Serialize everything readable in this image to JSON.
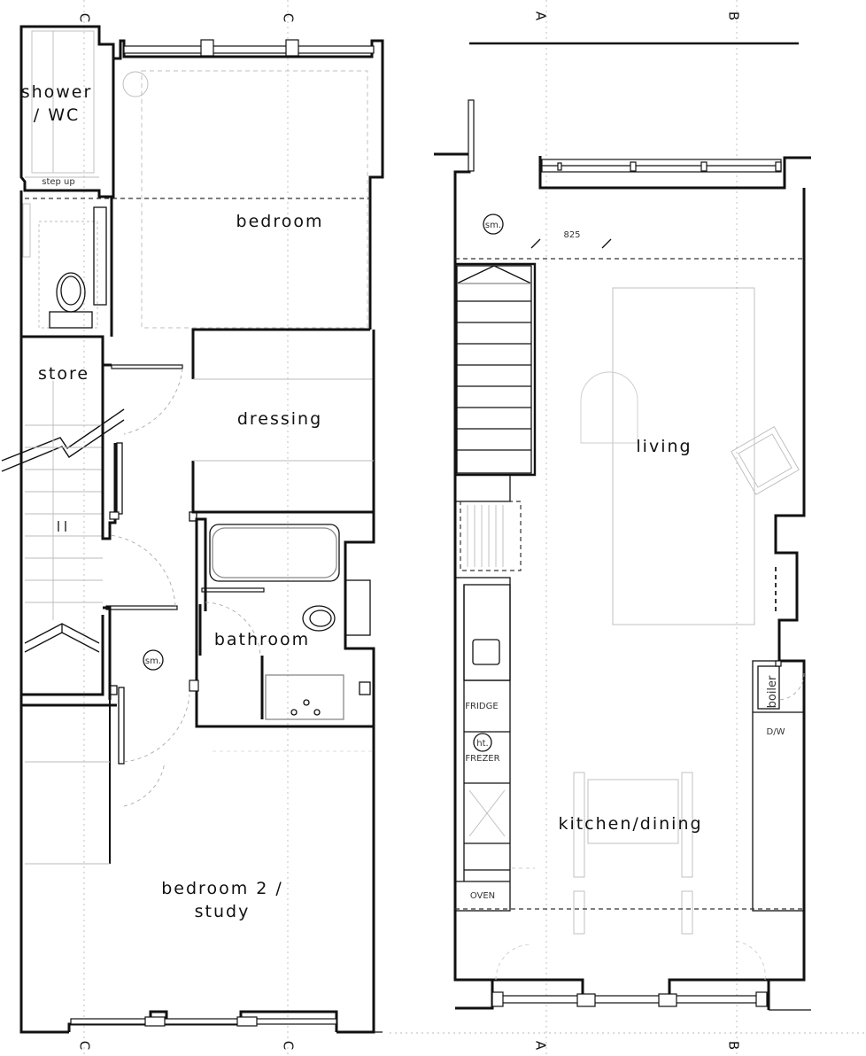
{
  "rooms": {
    "shower_l1": "shower",
    "shower_l2": "/ WC",
    "step_up": "step up",
    "bedroom": "bedroom",
    "store": "store",
    "dressing": "dressing",
    "bathroom": "bathroom",
    "sm_left": "sm.",
    "bedroom2_l1": "bedroom 2 /",
    "bedroom2_l2": "study",
    "sm_right": "sm.",
    "dim_825": "825",
    "living": "living",
    "fridge": "FRIDGE",
    "ht": "ht.",
    "freezer": "FREZER",
    "boiler": "boiler",
    "dw": "D/W",
    "kitchen": "kitchen/dining",
    "oven": "OVEN"
  },
  "grid_markers": {
    "left_top_1": "C",
    "left_top_2": "C",
    "left_bottom_1": "C",
    "left_bottom_2": "C",
    "right_top_a": "A",
    "right_top_b": "B",
    "right_bottom_a": "A",
    "right_bottom_b": "B"
  }
}
